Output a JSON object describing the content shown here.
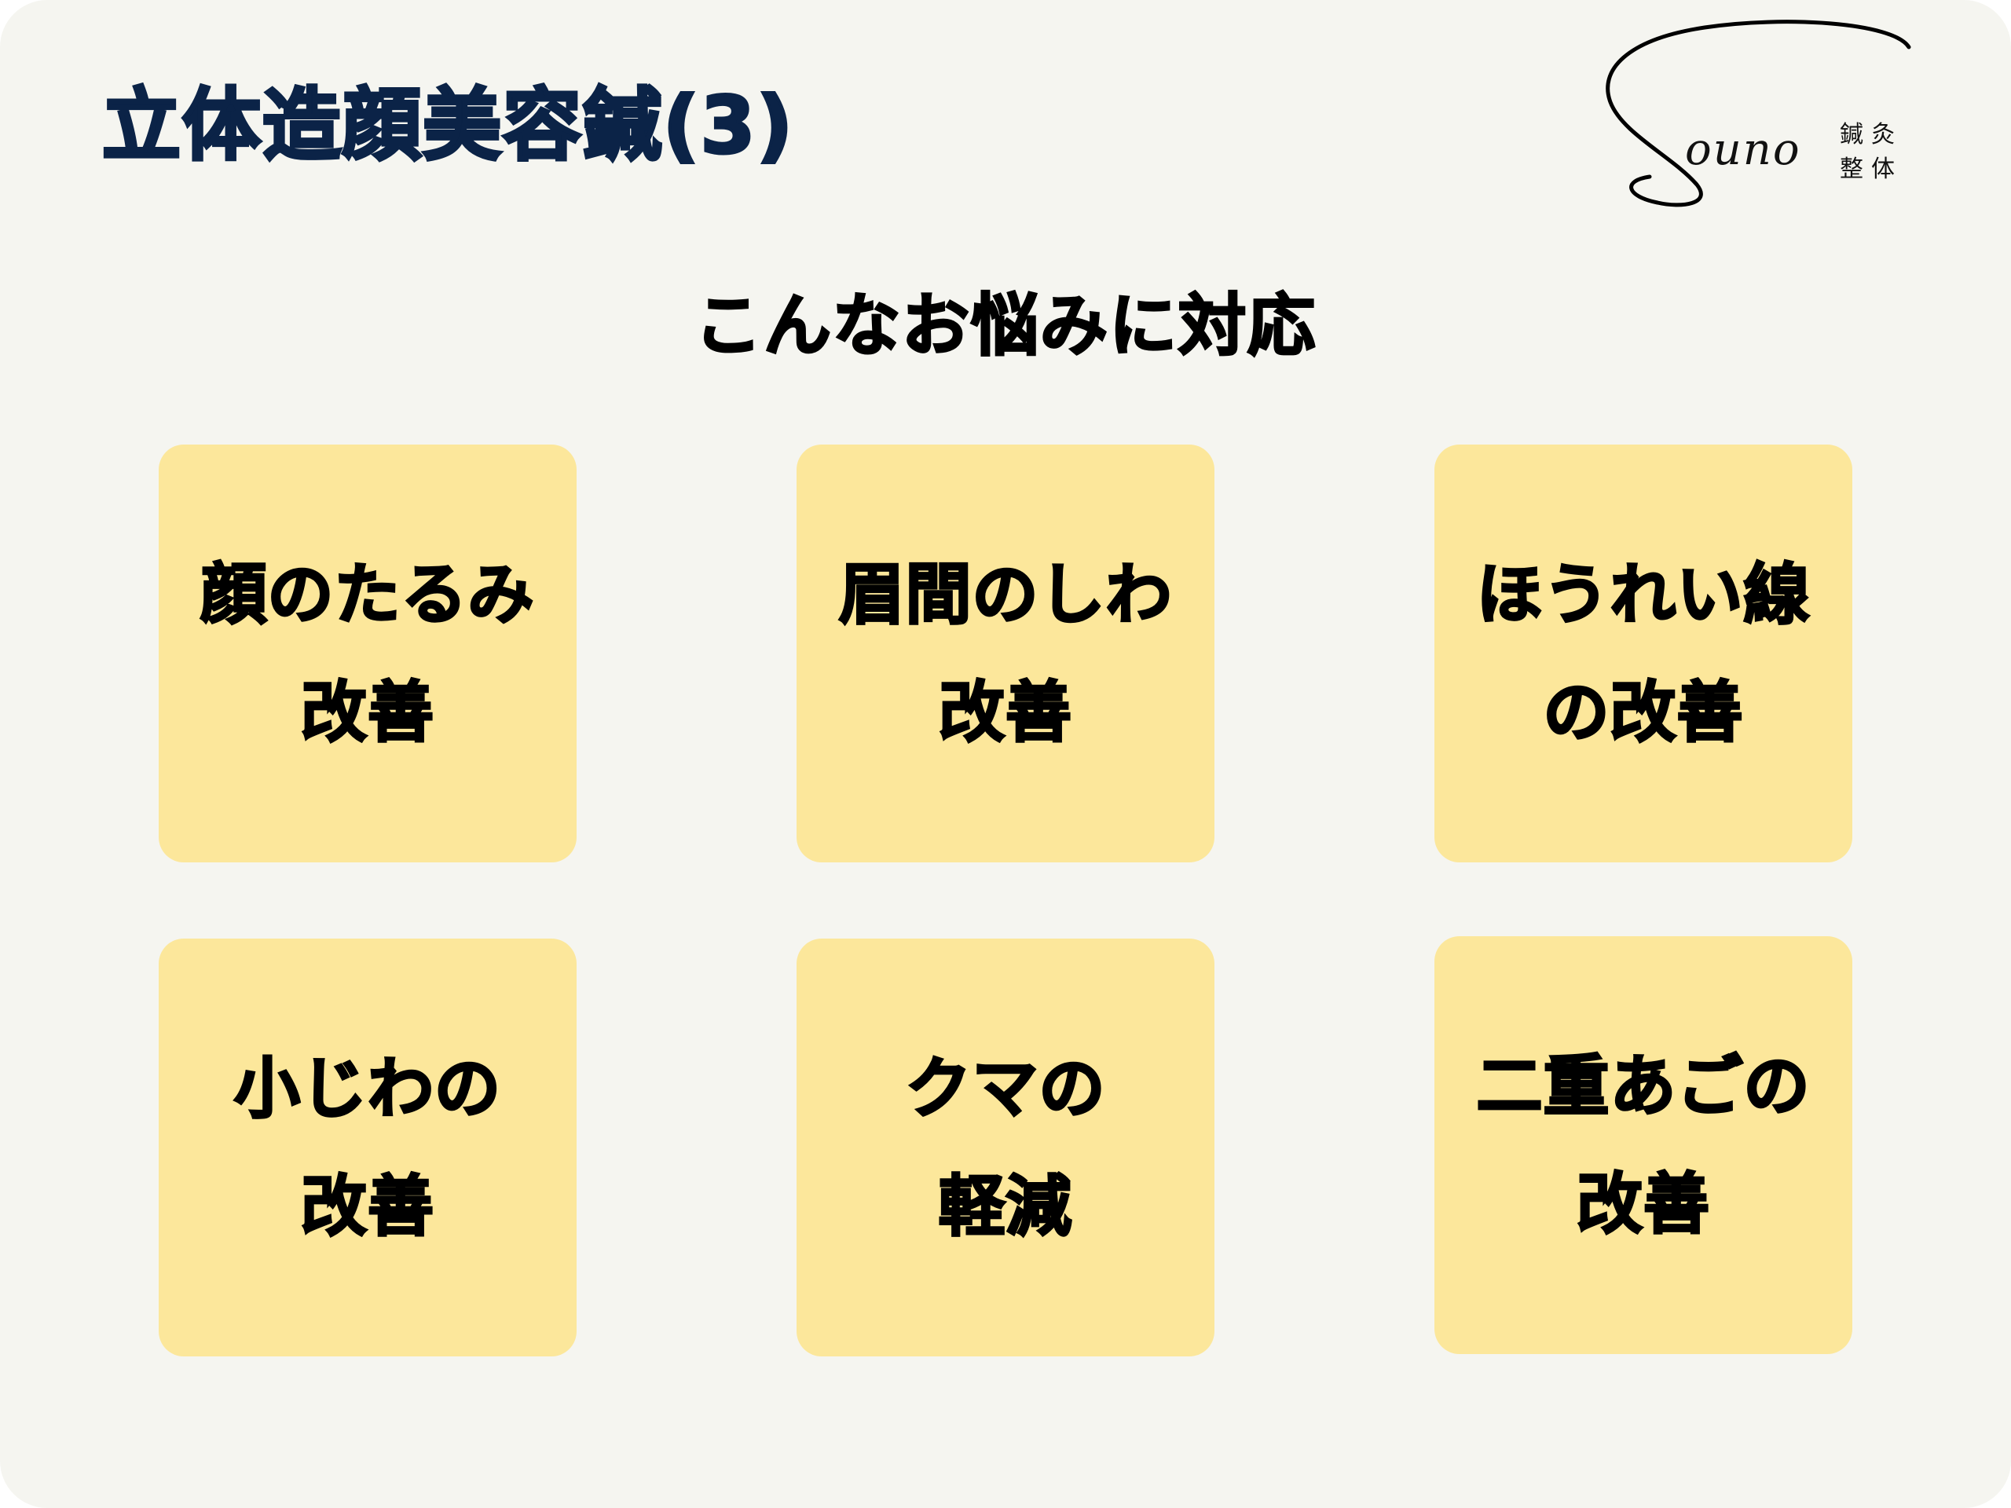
{
  "header": {
    "title": "立体造顔美容鍼(3)",
    "title_color": "#0b2347"
  },
  "logo": {
    "wordmark": "ouno",
    "kanji": [
      "鍼",
      "灸",
      "整",
      "体"
    ]
  },
  "subtitle": "こんなお悩みに対応",
  "cards": [
    {
      "line1": "顔のたるみ",
      "line2": "改善"
    },
    {
      "line1": "眉間のしわ",
      "line2": "改善"
    },
    {
      "line1": "ほうれい線",
      "line2": "の改善"
    },
    {
      "line1": "小じわの",
      "line2": "改善"
    },
    {
      "line1": "クマの",
      "line2": "軽減"
    },
    {
      "line1": "二重あごの",
      "line2": "改善"
    }
  ],
  "colors": {
    "background": "#f5f5f0",
    "card": "#fce79b",
    "text": "#000000"
  }
}
